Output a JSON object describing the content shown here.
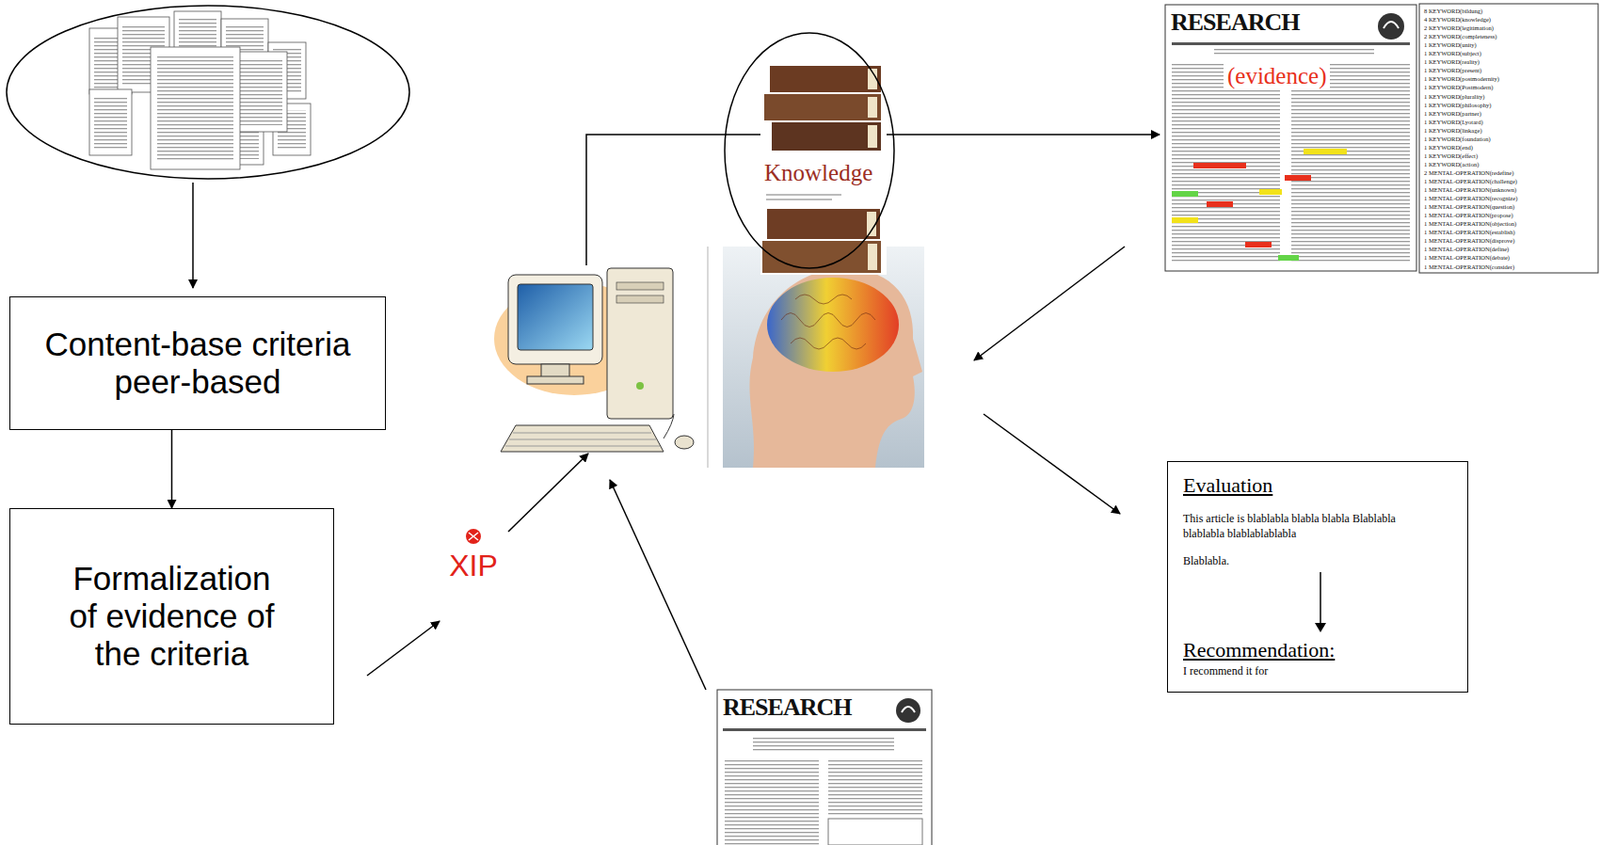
{
  "diagram": {
    "nodes": [
      {
        "text": [
          "Content-base criteria peer-based"
        ]
      },
      {
        "text": [
          "Formalization of evidence of the criteria"
        ]
      },
      {
        "text": [
          "Evaluation",
          "This article is blablabla blabla blabla Blablabla blablabla blablablablabla",
          "Blablabla.",
          "Recommendation:",
          "I recommend it for"
        ]
      }
    ],
    "edges": [
      {
        "from": 0,
        "to": 1,
        "arrow": "to"
      }
    ],
    "labels": [
      "Knowledge",
      "RESEARCH",
      "(evidence)",
      "8 KEYWORD(bildung)",
      "4 KEYWORD(knowledge)",
      "2 KEYWORD(legitimation)",
      "2 KEYWORD(completeness)",
      "1 KEYWORD(unity)",
      "1 KEYWORD(subject)",
      "1 KEYWORD(reality)",
      "1 KEYWORD(present)",
      "1 KEYWORD(postmodernity)",
      "1 KEYWORD(Postmodern)",
      "1 KEYWORD(plurality)",
      "1 KEYWORD(philosophy)",
      "1 KEYWORD(partner)",
      "1 KEYWORD(Lyotard)",
      "1 KEYWORD(linkage)",
      "1 KEYWORD(foundation)",
      "1 KEYWORD(end)",
      "1 KEYWORD(effect)",
      "1 KEYWORD(action)",
      "2 MENTAL-OPERATION(redefine)",
      "1 MENTAL-OPERATION(challenge)",
      "1 MENTAL-OPERATION(unknown)",
      "1 MENTAL-OPERATION(recognize)",
      "1 MENTAL-OPERATION(question)",
      "1 MENTAL-OPERATION(propose)",
      "1 MENTAL-OPERATION(objection)",
      "1 MENTAL-OPERATION(establish)",
      "1 MENTAL-OPERATION(disprove)",
      "1 MENTAL-OPERATION(define)",
      "1 MENTAL-OPERATION(debate)",
      "1 MENTAL-OPERATION(consider)",
      "XIP",
      "RESEARCH"
    ]
  }
}
